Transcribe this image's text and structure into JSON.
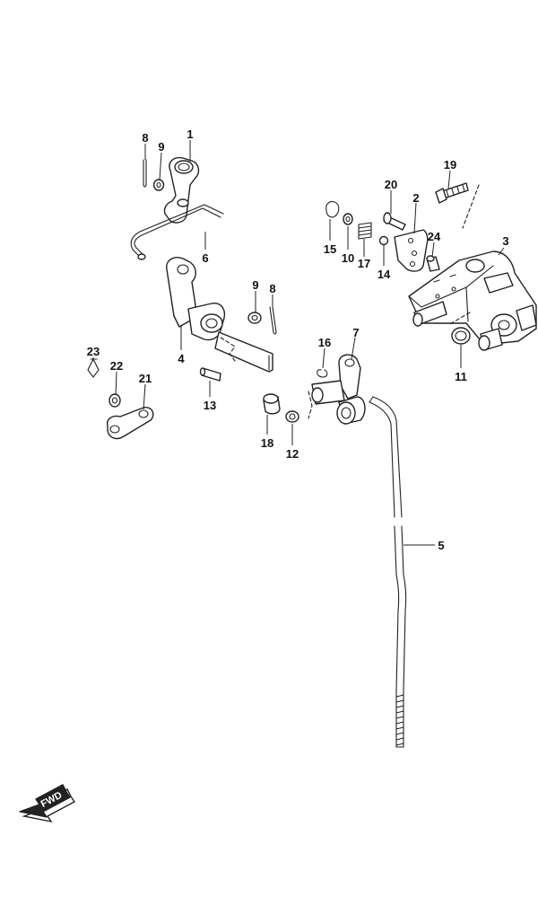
{
  "callouts": [
    {
      "id": "1",
      "label": "1"
    },
    {
      "id": "2",
      "label": "2"
    },
    {
      "id": "3",
      "label": "3"
    },
    {
      "id": "4",
      "label": "4"
    },
    {
      "id": "5",
      "label": "5"
    },
    {
      "id": "6",
      "label": "6"
    },
    {
      "id": "7",
      "label": "7"
    },
    {
      "id": "8a",
      "label": "8"
    },
    {
      "id": "8b",
      "label": "8"
    },
    {
      "id": "9a",
      "label": "9"
    },
    {
      "id": "9b",
      "label": "9"
    },
    {
      "id": "10",
      "label": "10"
    },
    {
      "id": "11",
      "label": "11"
    },
    {
      "id": "12",
      "label": "12"
    },
    {
      "id": "13",
      "label": "13"
    },
    {
      "id": "14",
      "label": "14"
    },
    {
      "id": "15",
      "label": "15"
    },
    {
      "id": "16",
      "label": "16"
    },
    {
      "id": "17",
      "label": "17"
    },
    {
      "id": "18",
      "label": "18"
    },
    {
      "id": "19",
      "label": "19"
    },
    {
      "id": "20",
      "label": "20"
    },
    {
      "id": "21",
      "label": "21"
    },
    {
      "id": "22",
      "label": "22"
    },
    {
      "id": "23",
      "label": "23"
    },
    {
      "id": "24",
      "label": "24"
    }
  ],
  "direction": {
    "label": "FWD",
    "icon": "forward-arrow-icon"
  }
}
